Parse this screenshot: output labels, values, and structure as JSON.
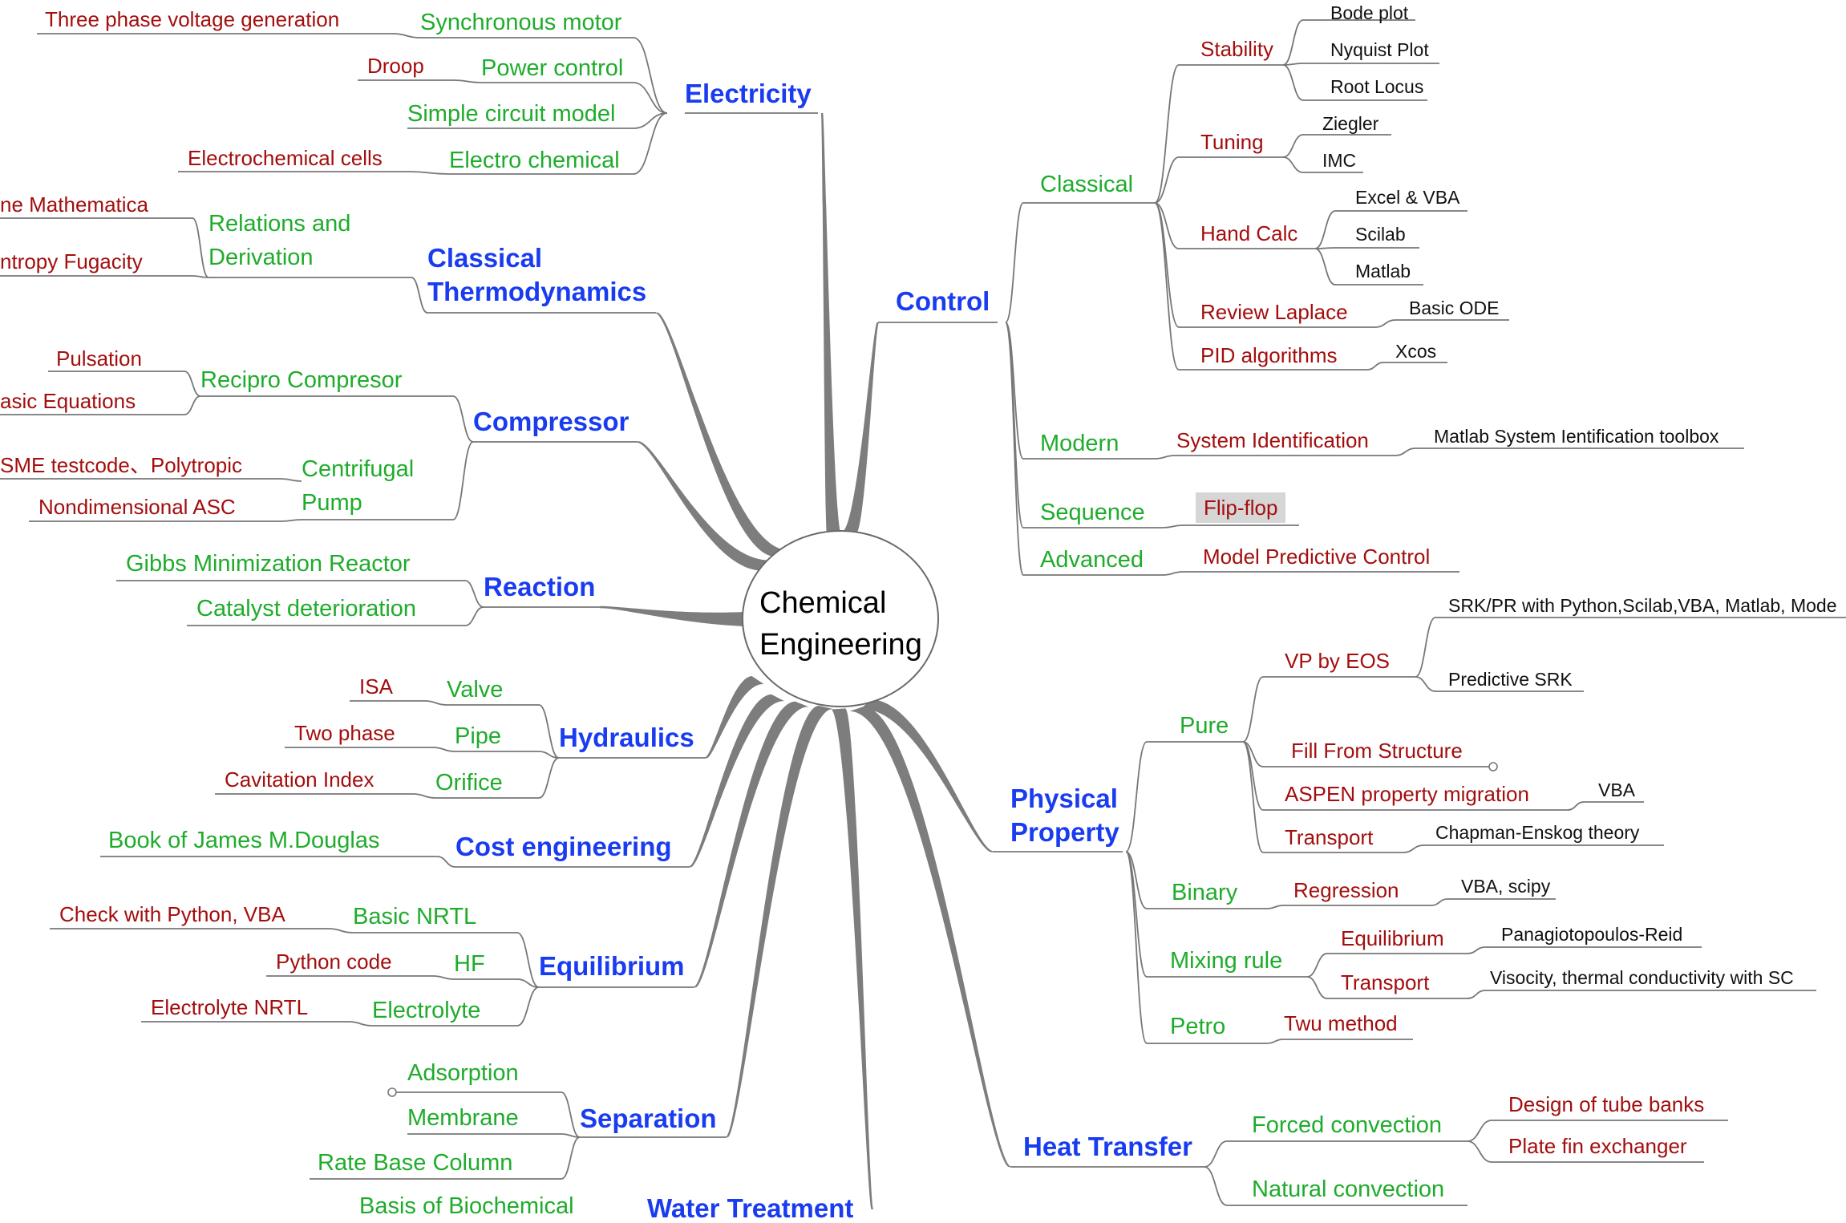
{
  "center": {
    "label": "Chemical\nEngineering"
  },
  "colors": {
    "level1": "#1a3cf0",
    "level2": "#1fac2c",
    "level3": "#a30e0e",
    "level4": "#111111",
    "line": "#777777",
    "highlight": "#d6d6d6"
  },
  "left": {
    "electricity": {
      "label": "Electricity",
      "items": [
        {
          "label": "Synchronous motor",
          "detail": "Three phase voltage generation"
        },
        {
          "label": "Power control",
          "detail": "Droop"
        },
        {
          "label": "Simple circuit model"
        },
        {
          "label": "Electro chemical",
          "detail": "Electrochemical cells"
        }
      ]
    },
    "thermo": {
      "label": "Classical\nThermodynamics",
      "items": [
        {
          "label": "Relations and\nDerivation",
          "details": [
            "ne Mathematica",
            "ntropy Fugacity"
          ]
        }
      ]
    },
    "compressor": {
      "label": "Compressor",
      "items": [
        {
          "label": "Recipro Compresor",
          "details": [
            "Pulsation",
            "asic Equations"
          ]
        },
        {
          "label": "Centrifugal\nPump",
          "details": [
            "SME testcode、Polytropic",
            "Nondimensional ASC"
          ]
        }
      ]
    },
    "reaction": {
      "label": "Reaction",
      "items": [
        {
          "label": "Gibbs Minimization Reactor"
        },
        {
          "label": "Catalyst deterioration"
        }
      ]
    },
    "hydraulics": {
      "label": "Hydraulics",
      "items": [
        {
          "label": "Valve",
          "detail": "ISA"
        },
        {
          "label": "Pipe",
          "detail": "Two phase"
        },
        {
          "label": "Orifice",
          "detail": "Cavitation Index"
        }
      ]
    },
    "cost": {
      "label": "Cost engineering",
      "items": [
        {
          "label": "Book of James M.Douglas"
        }
      ]
    },
    "equilibrium": {
      "label": "Equilibrium",
      "items": [
        {
          "label": "Basic NRTL",
          "detail": "Check with Python, VBA"
        },
        {
          "label": "HF",
          "detail": "Python code"
        },
        {
          "label": "Electrolyte",
          "detail": "Electrolyte NRTL"
        }
      ]
    },
    "separation": {
      "label": "Separation",
      "items": [
        {
          "label": "Adsorption"
        },
        {
          "label": "Membrane"
        },
        {
          "label": "Rate Base Column"
        }
      ]
    },
    "water": {
      "label": "Water Treatment",
      "items": [
        {
          "label": "Basis of Biochemical"
        }
      ]
    }
  },
  "right": {
    "control": {
      "label": "Control",
      "classical": {
        "label": "Classical",
        "stability": {
          "label": "Stability",
          "items": [
            "Bode plot",
            "Nyquist Plot",
            "Root Locus"
          ]
        },
        "tuning": {
          "label": "Tuning",
          "items": [
            "Ziegler",
            "IMC"
          ]
        },
        "handcalc": {
          "label": "Hand Calc",
          "items": [
            "Excel & VBA",
            "Scilab",
            "Matlab"
          ]
        },
        "laplace": {
          "label": "Review Laplace",
          "item": "Basic ODE"
        },
        "pid": {
          "label": "PID algorithms",
          "item": "Xcos"
        }
      },
      "modern": {
        "label": "Modern",
        "sub": "System Identification",
        "item": "Matlab System Ientification toolbox"
      },
      "sequence": {
        "label": "Sequence",
        "sub": "Flip-flop"
      },
      "advanced": {
        "label": "Advanced",
        "sub": "Model Predictive Control"
      }
    },
    "property": {
      "label": "Physical\nProperty",
      "pure": {
        "label": "Pure",
        "vp": {
          "label": "VP by EOS",
          "items": [
            "SRK/PR with Python,Scilab,VBA, Matlab, Mode",
            "Predictive SRK"
          ]
        },
        "fill": {
          "label": "Fill From Structure"
        },
        "aspen": {
          "label": "ASPEN property migration",
          "item": "VBA"
        },
        "transport": {
          "label": "Transport",
          "item": "Chapman-Enskog theory"
        }
      },
      "binary": {
        "label": "Binary",
        "sub": "Regression",
        "item": "VBA, scipy"
      },
      "mixing": {
        "label": "Mixing rule",
        "equilibrium": {
          "label": "Equilibrium",
          "item": "Panagiotopoulos-Reid"
        },
        "transport": {
          "label": "Transport",
          "item": "Visocity, thermal conductivity with SC"
        }
      },
      "petro": {
        "label": "Petro",
        "sub": "Twu method"
      }
    },
    "heat": {
      "label": "Heat Transfer",
      "forced": {
        "label": "Forced convection",
        "items": [
          "Design of tube banks",
          "Plate fin exchanger"
        ]
      },
      "natural": {
        "label": "Natural convection"
      }
    }
  }
}
